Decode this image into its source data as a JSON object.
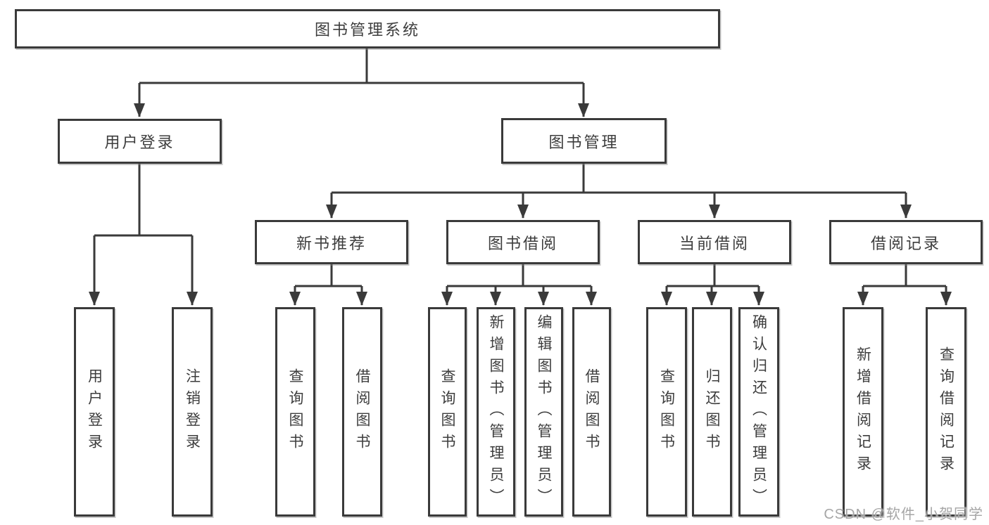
{
  "diagram": {
    "root": "图书管理系统",
    "level2": [
      "用户登录",
      "图书管理"
    ],
    "level3": [
      "新书推荐",
      "图书借阅",
      "当前借阅",
      "借阅记录"
    ],
    "leaves": {
      "login": [
        "用户登录",
        "注销登录"
      ],
      "recommend": [
        "查询图书",
        "借阅图书"
      ],
      "borrow": [
        "查询图书",
        "新增图书（管理员）",
        "编辑图书（管理员）",
        "借阅图书"
      ],
      "current": [
        "查询图书",
        "归还图书",
        "确认归还（管理员）"
      ],
      "records": [
        "新增借阅记录",
        "查询借阅记录"
      ]
    }
  },
  "watermark": "CSDN @软件_小贺同学",
  "colors": {
    "line": "#3a3a3a",
    "box_border": "#3a3a3a",
    "box_fill": "#ffffff",
    "text": "#3d3d3d",
    "watermark": "#a6a6a6",
    "background": "#ffffff"
  }
}
